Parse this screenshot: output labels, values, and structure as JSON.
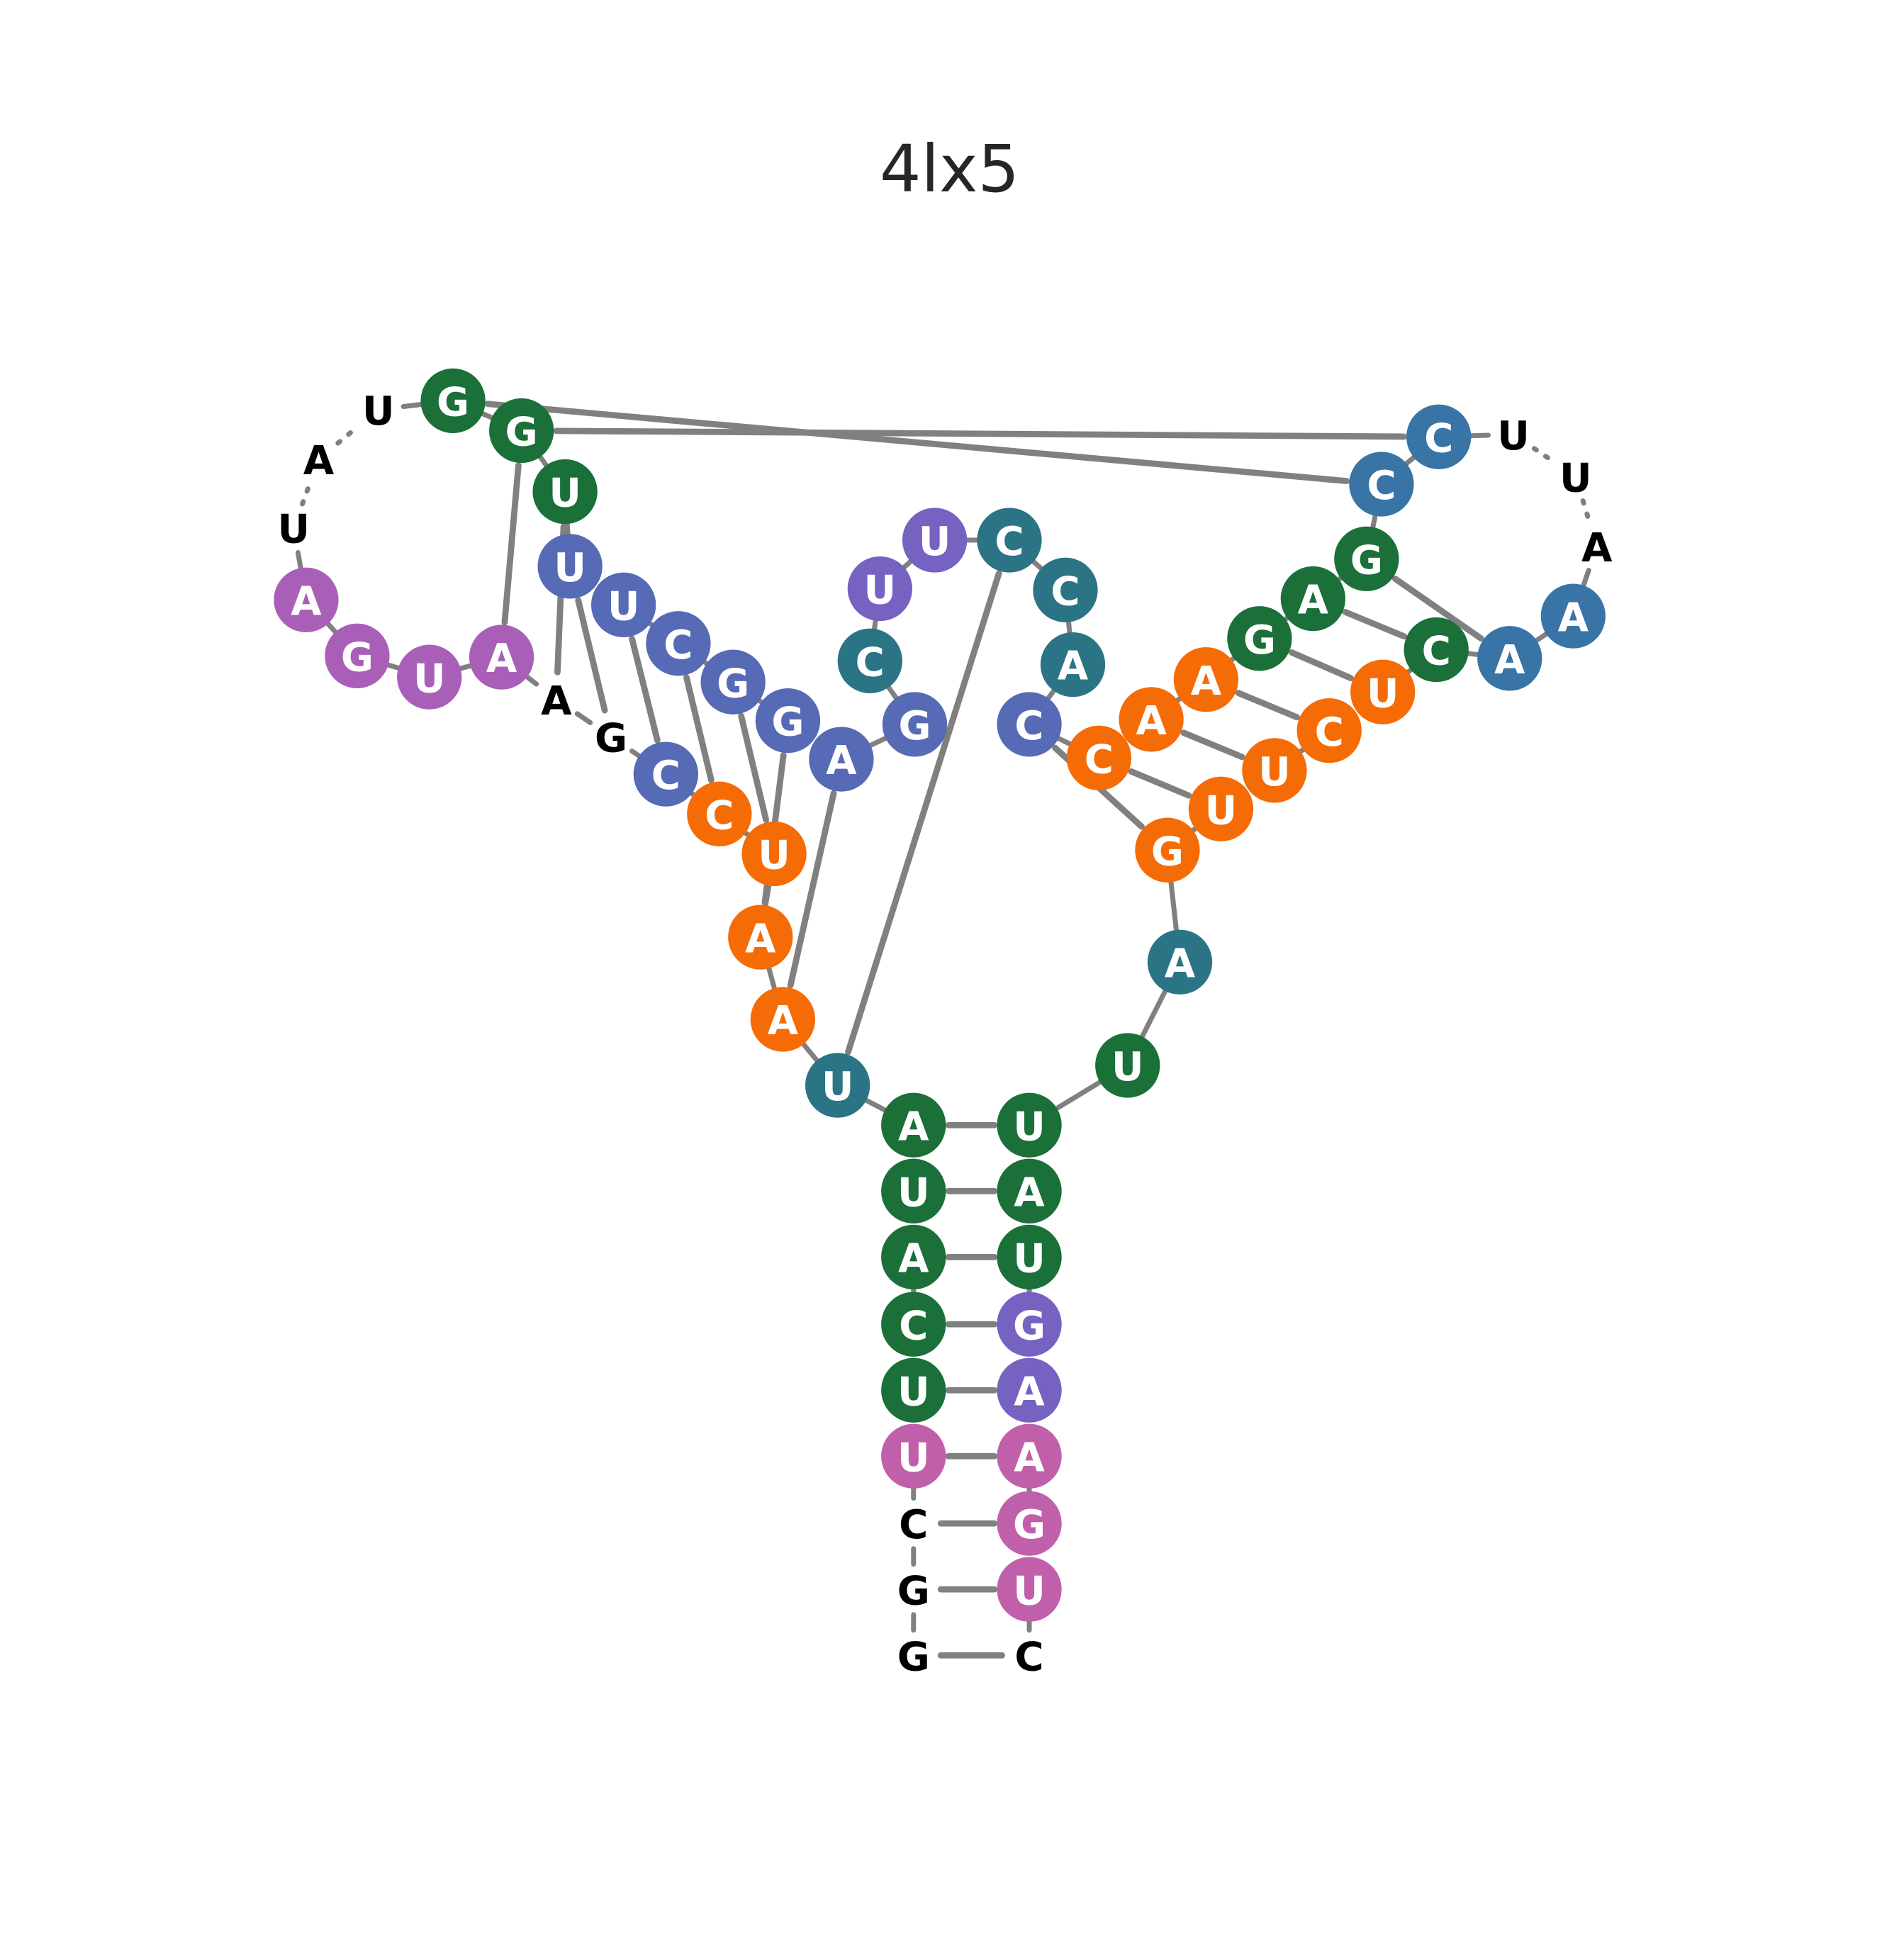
{
  "title": "4lx5",
  "colors": {
    "backbone": "#808080",
    "pair": "#808080",
    "uncolored_text": "#000000",
    "colored_text": "#ffffff"
  },
  "nucleotides": [
    {
      "letter": "G",
      "color": null
    },
    {
      "letter": "G",
      "color": null
    },
    {
      "letter": "C",
      "color": null
    },
    {
      "letter": "U",
      "color": "#c160aa"
    },
    {
      "letter": "U",
      "color": "#1a7038"
    },
    {
      "letter": "C",
      "color": "#1a7038"
    },
    {
      "letter": "A",
      "color": "#1a7038"
    },
    {
      "letter": "U",
      "color": "#1a7038"
    },
    {
      "letter": "A",
      "color": "#1a7038"
    },
    {
      "letter": "U",
      "color": "#2a7486"
    },
    {
      "letter": "A",
      "color": "#f56b05"
    },
    {
      "letter": "A",
      "color": "#f56b05"
    },
    {
      "letter": "U",
      "color": "#f56b05"
    },
    {
      "letter": "C",
      "color": "#f56b05"
    },
    {
      "letter": "C",
      "color": "#566ab5"
    },
    {
      "letter": "G",
      "color": null
    },
    {
      "letter": "A",
      "color": null
    },
    {
      "letter": "A",
      "color": "#a95fb8"
    },
    {
      "letter": "U",
      "color": "#a95fb8"
    },
    {
      "letter": "G",
      "color": "#a95fb8"
    },
    {
      "letter": "A",
      "color": "#a95fb8"
    },
    {
      "letter": "U",
      "color": null
    },
    {
      "letter": "A",
      "color": null
    },
    {
      "letter": "U",
      "color": null
    },
    {
      "letter": "G",
      "color": "#1a7038"
    },
    {
      "letter": "G",
      "color": "#1a7038"
    },
    {
      "letter": "U",
      "color": "#1a7038"
    },
    {
      "letter": "U",
      "color": "#566ab5"
    },
    {
      "letter": "U",
      "color": "#566ab5"
    },
    {
      "letter": "C",
      "color": "#566ab5"
    },
    {
      "letter": "G",
      "color": "#566ab5"
    },
    {
      "letter": "G",
      "color": "#566ab5"
    },
    {
      "letter": "A",
      "color": "#566ab5"
    },
    {
      "letter": "G",
      "color": "#566ab5"
    },
    {
      "letter": "C",
      "color": "#2a7486"
    },
    {
      "letter": "U",
      "color": "#7662c0"
    },
    {
      "letter": "U",
      "color": "#7662c0"
    },
    {
      "letter": "C",
      "color": "#2a7486"
    },
    {
      "letter": "C",
      "color": "#2a7486"
    },
    {
      "letter": "A",
      "color": "#2a7486"
    },
    {
      "letter": "C",
      "color": "#566ab5"
    },
    {
      "letter": "C",
      "color": "#f56b05"
    },
    {
      "letter": "A",
      "color": "#f56b05"
    },
    {
      "letter": "A",
      "color": "#f56b05"
    },
    {
      "letter": "G",
      "color": "#1a7038"
    },
    {
      "letter": "A",
      "color": "#1a7038"
    },
    {
      "letter": "G",
      "color": "#1a7038"
    },
    {
      "letter": "C",
      "color": "#3874a6"
    },
    {
      "letter": "C",
      "color": "#3874a6"
    },
    {
      "letter": "U",
      "color": null
    },
    {
      "letter": "U",
      "color": null
    },
    {
      "letter": "A",
      "color": null
    },
    {
      "letter": "A",
      "color": "#3874a6"
    },
    {
      "letter": "A",
      "color": "#3874a6"
    },
    {
      "letter": "C",
      "color": "#1a7038"
    },
    {
      "letter": "U",
      "color": "#f56b05"
    },
    {
      "letter": "C",
      "color": "#f56b05"
    },
    {
      "letter": "U",
      "color": "#f56b05"
    },
    {
      "letter": "U",
      "color": "#f56b05"
    },
    {
      "letter": "G",
      "color": "#f56b05"
    },
    {
      "letter": "A",
      "color": "#2a7486"
    },
    {
      "letter": "U",
      "color": "#1a7038"
    },
    {
      "letter": "U",
      "color": "#1a7038"
    },
    {
      "letter": "A",
      "color": "#1a7038"
    },
    {
      "letter": "U",
      "color": "#1a7038"
    },
    {
      "letter": "G",
      "color": "#7662c0"
    },
    {
      "letter": "A",
      "color": "#7662c0"
    },
    {
      "letter": "A",
      "color": "#c160aa"
    },
    {
      "letter": "G",
      "color": "#c160aa"
    },
    {
      "letter": "U",
      "color": "#c160aa"
    },
    {
      "letter": "C",
      "color": null
    }
  ],
  "pairs": [
    [
      1,
      71
    ],
    [
      2,
      70
    ],
    [
      3,
      69
    ],
    [
      4,
      68
    ],
    [
      5,
      67
    ],
    [
      6,
      66
    ],
    [
      7,
      65
    ],
    [
      8,
      64
    ],
    [
      9,
      63
    ],
    [
      10,
      38
    ],
    [
      11,
      33
    ],
    [
      12,
      32
    ],
    [
      13,
      31
    ],
    [
      14,
      30
    ],
    [
      15,
      29
    ],
    [
      16,
      28
    ],
    [
      17,
      27
    ],
    [
      18,
      26
    ],
    [
      26,
      49
    ],
    [
      25,
      48
    ],
    [
      41,
      60
    ],
    [
      42,
      59
    ],
    [
      43,
      58
    ],
    [
      44,
      57
    ],
    [
      45,
      56
    ],
    [
      46,
      55
    ],
    [
      47,
      54
    ]
  ]
}
